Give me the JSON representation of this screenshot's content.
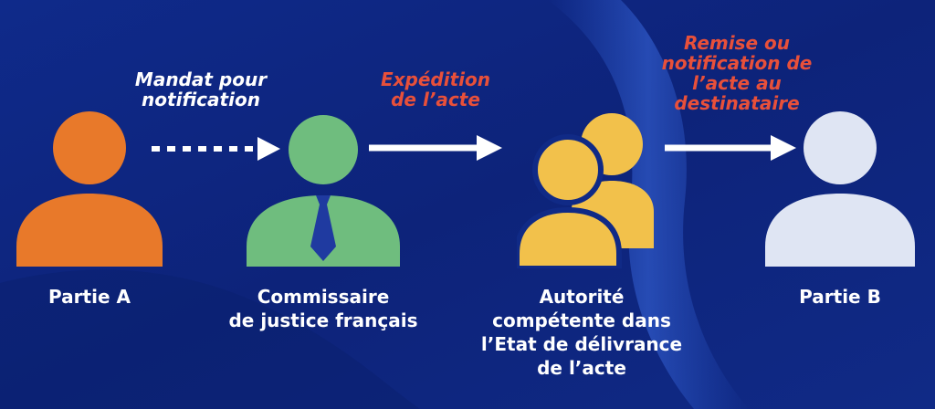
{
  "colors": {
    "background": "#102a86",
    "background_light": "#2650c6",
    "party_a": "#e8792a",
    "commissaire": "#6fbd7e",
    "tie": "#1f3aa0",
    "authority": "#f2c14b",
    "party_b": "#dfe5f3",
    "label_text": "#ffffff",
    "highlight_text": "#e8503a"
  },
  "icons": {
    "party_a": "person-icon",
    "commissaire": "person-with-tie-icon",
    "authority": "group-icon",
    "party_b": "person-icon",
    "dotted_arrow": "dotted-arrow-right-icon",
    "solid_arrow": "arrow-right-icon"
  },
  "nodes": {
    "party_a": {
      "lines": [
        "Partie A"
      ]
    },
    "commissaire": {
      "lines": [
        "Commissaire",
        "de justice français"
      ]
    },
    "authority": {
      "lines": [
        "Autorité",
        "compétente dans",
        "l’Etat de délivrance",
        "de l’acte"
      ]
    },
    "party_b": {
      "lines": [
        "Partie B"
      ]
    }
  },
  "edges": {
    "mandat": {
      "lines": [
        "Mandat pour",
        "notification"
      ]
    },
    "expedition": {
      "lines": [
        "Expédition",
        "de l’acte"
      ]
    },
    "remise": {
      "lines": [
        "Remise ou",
        "notification de",
        "l’acte au",
        "destinataire"
      ]
    }
  }
}
